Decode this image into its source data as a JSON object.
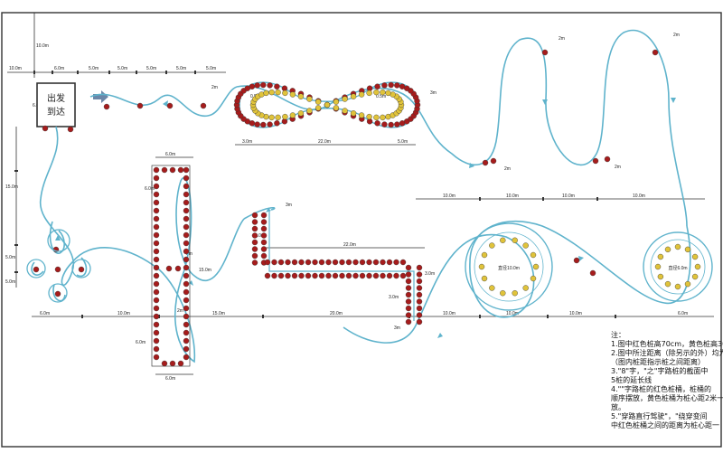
{
  "start_box": {
    "line1": "出发",
    "line2": "到达"
  },
  "circle_labels": {
    "left": "直径10.0m",
    "right": "直径6.0m"
  },
  "dimensions": {
    "top_row": [
      "10.0m",
      "6.0m",
      "5.0m",
      "5.0m",
      "5.0m",
      "5.0m",
      "5.0m"
    ],
    "vertical_top": "10.0m",
    "box_side": "6.0m",
    "left_vertical": [
      "15.0m",
      "5.0m",
      "5.0m"
    ],
    "figure8_bottom": [
      "3.0m",
      "22.0m",
      "5.0m"
    ],
    "figure8_right": "3m",
    "cone_marks": [
      "2m",
      "2m",
      "2m",
      "2m",
      "2m",
      "3m",
      "3m",
      "3m",
      "2m"
    ],
    "middle_row": [
      "10.0m",
      "10.0m",
      "10.0m",
      "10.0m"
    ],
    "bottom_row": [
      "6.0m",
      "10.0m",
      "15.0m",
      "20.0m",
      "10.0m",
      "10.0m",
      "10.0m",
      "6.0m"
    ],
    "inner_labels": [
      "6.0m",
      "6.0m",
      "6.0m",
      "22.0m",
      "6.0m",
      "15.0m",
      "1.0m",
      "0.5m",
      "0.5m",
      "3.0m",
      "3.0m"
    ]
  },
  "notes": [
    "注：",
    "1.图中红色桩高70cm，黄色桩高30c",
    "2.图中所注距离（除另示的外）均为",
    "（图内桩距指示桩之间距离）",
    "3.\"8\"字，\"之\"字路桩的截面中",
    "5桩的延长线",
    "4.\"\"字路桩的红色桩桶，桩桶的",
    "顺序摆放，黄色桩桶为桩心距2米一",
    "放。",
    "5.\"穿路直行驾驶\"，\"绕穿变间",
    "中红色桩桶之间的距离为桩心距一"
  ],
  "colors": {
    "red_cone": "#a61c1c",
    "yellow_cone": "#e0c33a",
    "route": "#5fb3cc",
    "frame": "#333333"
  }
}
